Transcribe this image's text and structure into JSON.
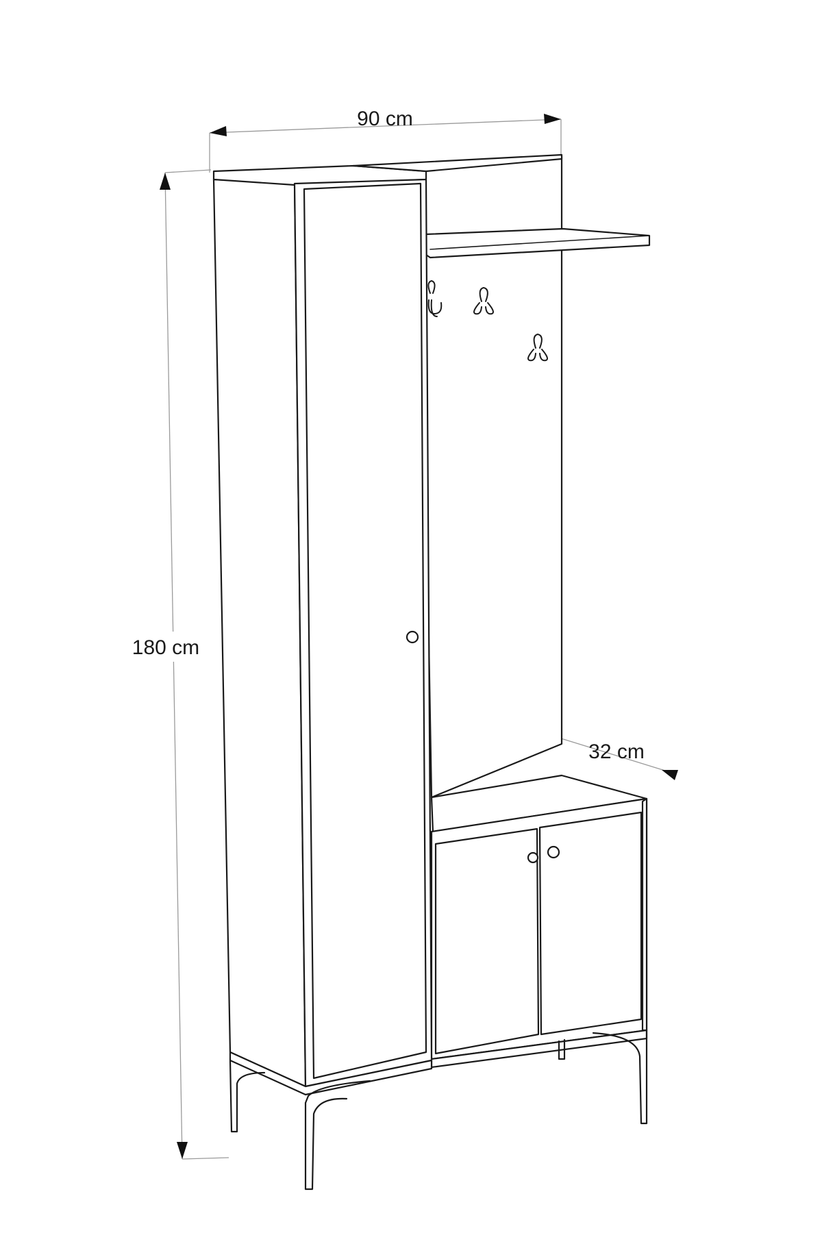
{
  "dimensions": {
    "width_label": "90 cm",
    "height_label": "180 cm",
    "depth_label": "32 cm"
  }
}
